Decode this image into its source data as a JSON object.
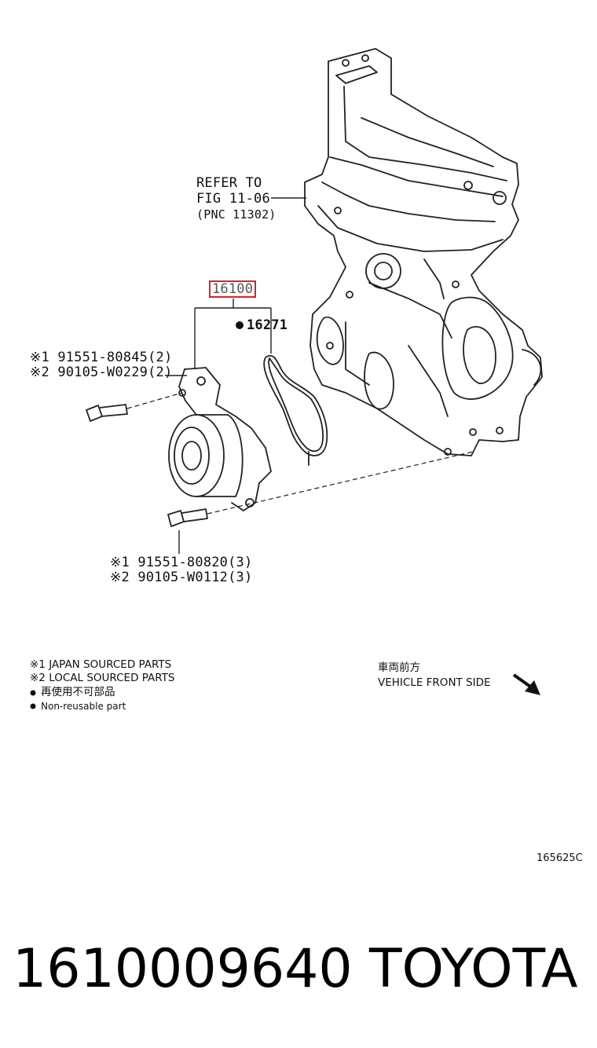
{
  "refer": {
    "line1": "REFER TO",
    "line2": "FIG 11-06",
    "line3": "(PNC 11302)"
  },
  "parts": {
    "pump": "16100",
    "gasket": "16271",
    "upper_bolt_1": "※1 91551-80845(2)",
    "upper_bolt_2": "※2 90105-W0229(2)",
    "lower_bolt_1": "※1 91551-80820(3)",
    "lower_bolt_2": "※2 90105-W0112(3)"
  },
  "legend": {
    "japan": "※1 JAPAN SOURCED PARTS",
    "local": "※2 LOCAL SOURCED PARTS",
    "non_reusable_jp": "再使用不可部品",
    "non_reusable_en": "Non-reusable part"
  },
  "direction": {
    "jp": "車両前方",
    "en": "VEHICLE FRONT SIDE"
  },
  "figure_code": "165625C",
  "footer": {
    "part_number": "1610009640",
    "brand": "TOYOTA"
  },
  "colors": {
    "highlight": "#d22222",
    "ink": "#111111"
  }
}
